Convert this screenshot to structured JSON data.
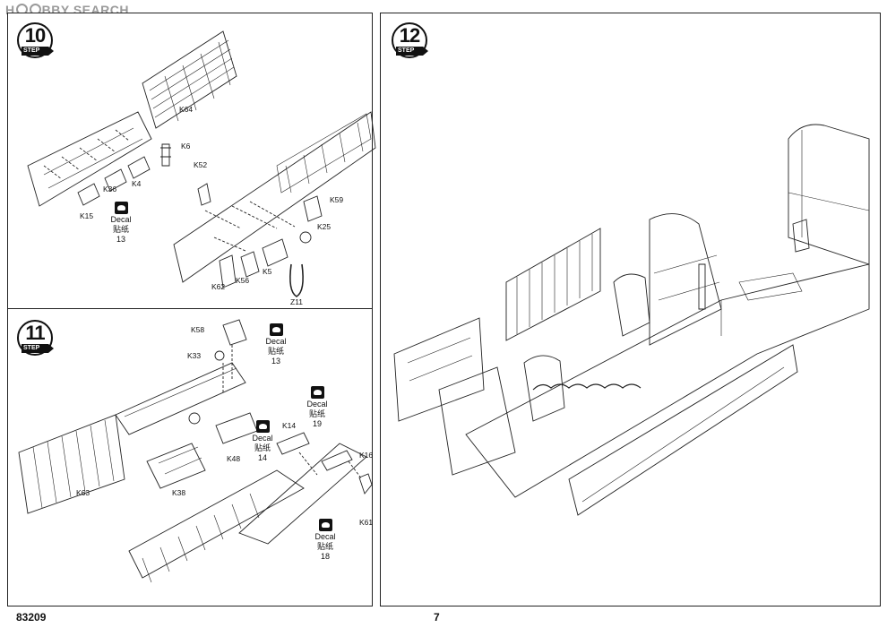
{
  "watermark": {
    "text_left": "H",
    "text_right": "BBY SEARCH"
  },
  "steps": [
    {
      "number": "10",
      "label": "STEP"
    },
    {
      "number": "11",
      "label": "STEP"
    },
    {
      "number": "12",
      "label": "STEP"
    }
  ],
  "step10": {
    "parts": [
      "K64",
      "K6",
      "K36",
      "K4",
      "K15",
      "K52",
      "K59",
      "K25",
      "K62",
      "K56",
      "K5",
      "Z11"
    ],
    "decal": {
      "word": "Decal",
      "cn": "贴纸",
      "num": "13"
    }
  },
  "step11": {
    "parts": [
      "K58",
      "K33",
      "K48",
      "K14",
      "K16",
      "K61",
      "K63",
      "K38"
    ],
    "decals": [
      {
        "word": "Decal",
        "cn": "贴纸",
        "num": "13"
      },
      {
        "word": "Decal",
        "cn": "贴纸",
        "num": "19"
      },
      {
        "word": "Decal",
        "cn": "贴纸",
        "num": "14"
      },
      {
        "word": "Decal",
        "cn": "贴纸",
        "num": "18"
      }
    ]
  },
  "footer": {
    "code": "83209",
    "page": "7"
  }
}
